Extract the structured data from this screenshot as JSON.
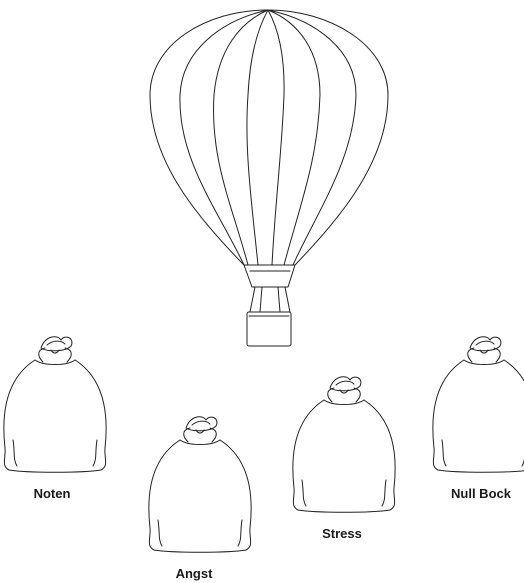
{
  "sacks": [
    {
      "label": "Noten"
    },
    {
      "label": "Angst"
    },
    {
      "label": "Stress"
    },
    {
      "label": "Null Bock"
    }
  ],
  "colors": {
    "stroke": "#222222",
    "text": "#1a1a1a",
    "background": "#ffffff"
  },
  "icons": {
    "balloon": "hot-air-balloon-icon",
    "sack": "sack-icon"
  }
}
